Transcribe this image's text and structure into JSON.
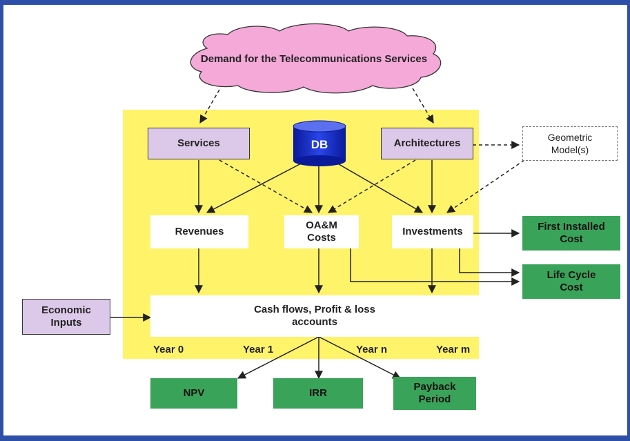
{
  "demand": "Demand for the Telecommunications Services",
  "services": "Services",
  "db": "DB",
  "architectures": "Architectures",
  "geometric": "Geometric Model(s)",
  "revenues": "Revenues",
  "oam": "OA&M Costs",
  "investments": "Investments",
  "first_installed": "First Installed Cost",
  "life_cycle": "Life Cycle Cost",
  "economic": "Economic Inputs",
  "cashflows": "Cash flows, Profit & loss accounts",
  "years": [
    "Year 0",
    "Year 1",
    "Year n",
    "Year m"
  ],
  "npv": "NPV",
  "irr": "IRR",
  "payback": "Payback Period",
  "colors": {
    "frame": "#2e4fa8",
    "cloud": "#f4a9d8",
    "yellow": "#fff36a",
    "lilac": "#dcc8e8",
    "green": "#3aa35a",
    "db": "#1a2fd0"
  }
}
